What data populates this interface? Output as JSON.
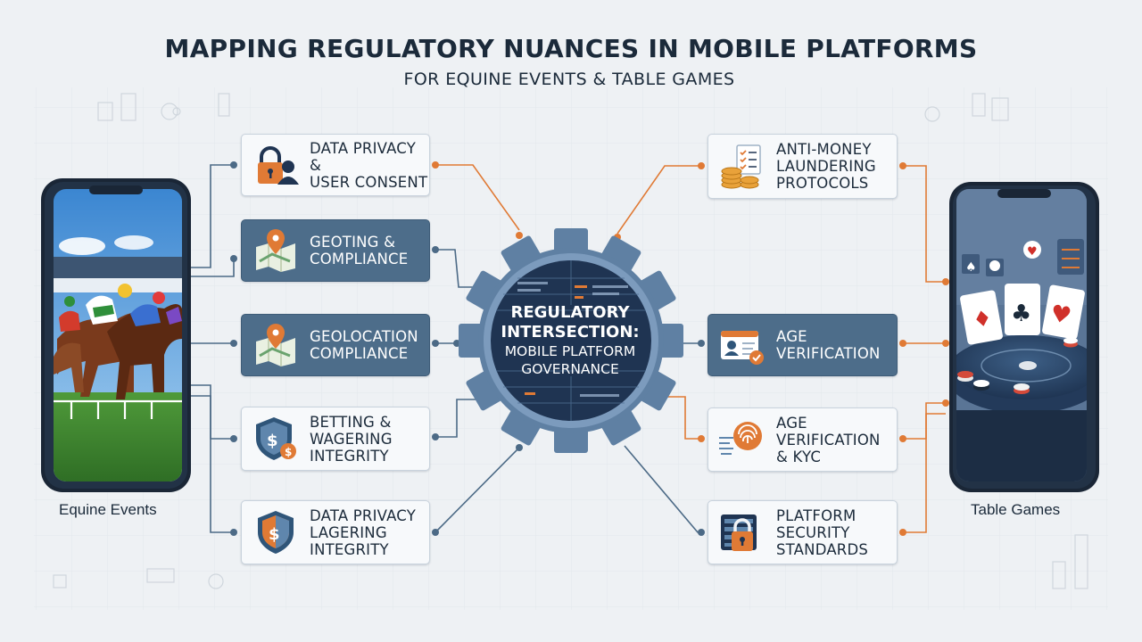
{
  "header": {
    "title": "MAPPING REGULATORY NUANCES IN MOBILE PLATFORMS",
    "subtitle": "FOR EQUINE EVENTS & TABLE GAMES"
  },
  "left_phone": {
    "caption": "Equine Events"
  },
  "right_phone": {
    "caption": "Table Games"
  },
  "center": {
    "line1": "REGULATORY",
    "line2": "INTERSECTION:",
    "line3": "MOBILE PLATFORM",
    "line4": "GOVERNANCE"
  },
  "left_cards": [
    {
      "lines": [
        "DATA PRIVACY &",
        "USER CONSENT"
      ],
      "icon": "lock-user-icon"
    },
    {
      "lines": [
        "GEOTING &",
        "COMPLIANCE"
      ],
      "icon": "map-pin-icon"
    },
    {
      "lines": [
        "GEOLOCATION",
        "COMPLIANCE"
      ],
      "icon": "map-pin-icon"
    },
    {
      "lines": [
        "BETTING &",
        "WAGERING",
        "INTEGRITY"
      ],
      "icon": "shield-dollar-icon"
    },
    {
      "lines": [
        "DATA PRIVACY",
        "LAGERING",
        "INTEGRITY"
      ],
      "icon": "shield-dollar-icon"
    }
  ],
  "right_cards": [
    {
      "lines": [
        "ANTI-MONEY",
        "LAUNDERING",
        "PROTOCOLS"
      ],
      "icon": "coins-checklist-icon"
    },
    {
      "lines": [
        "AGE",
        "VERIFICATION"
      ],
      "icon": "id-card-icon"
    },
    {
      "lines": [
        "AGE",
        "VERIFICATION",
        "& KYC"
      ],
      "icon": "fingerprint-icon"
    },
    {
      "lines": [
        "PLATFORM",
        "SECURITY",
        "STANDARDS"
      ],
      "icon": "server-lock-icon"
    }
  ],
  "colors": {
    "navy": "#1b2a3a",
    "steel": "#4d6d8a",
    "accent_orange": "#e07a35",
    "connector_blue": "#4c6a86"
  }
}
